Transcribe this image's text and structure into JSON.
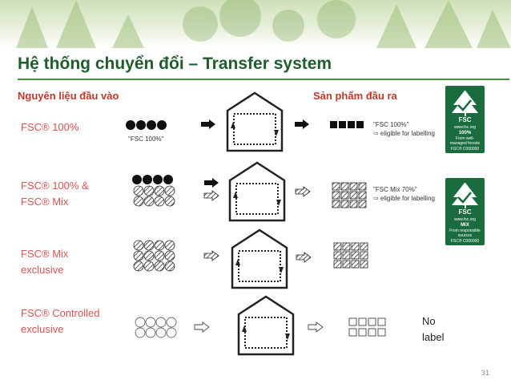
{
  "slide": {
    "title": "Hệ thống chuyển đổi – Transfer system",
    "page_number": "31"
  },
  "columns": {
    "input": "Nguyên liệu đầu vào",
    "output": "Sản phẩm đầu ra"
  },
  "rows": [
    {
      "label_lines": [
        "FSC® 100%"
      ],
      "input_tag": "\"FSC 100%\"",
      "output_tag_lines": [
        "\"FSC 100%\"",
        "⇨ eligible for labelling"
      ]
    },
    {
      "label_lines": [
        "FSC® 100% &",
        "FSC® Mix"
      ],
      "output_tag_lines": [
        "\"FSC Mix 70%\"",
        "⇨ eligible for labelling"
      ]
    },
    {
      "label_lines": [
        "FSC® Mix",
        "exclusive"
      ]
    },
    {
      "label_lines": [
        "FSC® Controlled",
        "exclusive"
      ],
      "output_note_lines": [
        "No",
        "label"
      ]
    }
  ],
  "logos": [
    {
      "brand": "FSC",
      "url": "www.fsc.org",
      "type": "100%",
      "claim_lines": [
        "From well-",
        "managed forests"
      ],
      "code": "FSC® C000000"
    },
    {
      "brand": "FSC",
      "url": "www.fsc.org",
      "type": "MIX",
      "claim_lines": [
        "From responsible",
        "sources"
      ],
      "code": "FSC® C000000"
    }
  ],
  "colors": {
    "title": "#1f5e2c",
    "labels": "#d9534f",
    "headers": "#c0392b",
    "logo_green": "#1a6b3e"
  }
}
